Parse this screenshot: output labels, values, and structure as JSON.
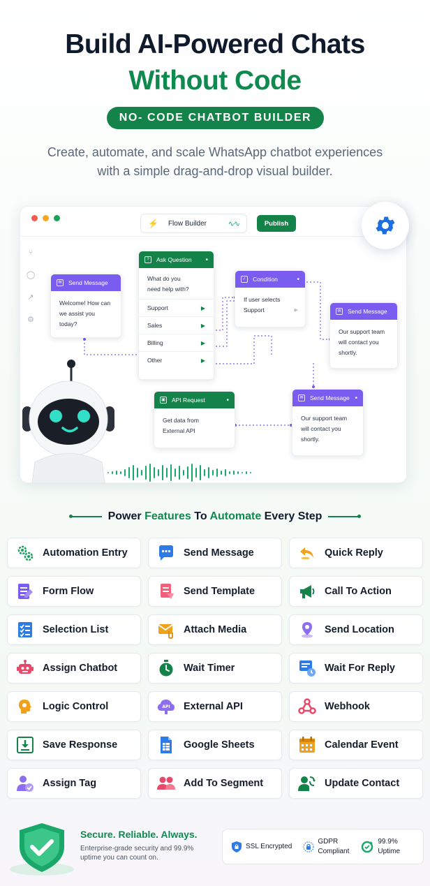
{
  "hero": {
    "title_line1": "Build AI-Powered Chats",
    "title_line2": "Without Code",
    "badge": "NO- CODE CHATBOT BUILDER",
    "subtitle_line1": "Create, automate, and scale WhatsApp chatbot experiences",
    "subtitle_line2": "with a simple drag-and-drop visual builder."
  },
  "builder": {
    "tab_label": "Flow Builder",
    "publish_label": "Publish",
    "nodes": {
      "send_message_1": {
        "title": "Send Message",
        "body_line1": "Welcome! How can",
        "body_line2": "we assist you today?"
      },
      "ask_question": {
        "title": "Ask Question",
        "body_line1": "What do you",
        "body_line2": "need help with?",
        "options": [
          "Support",
          "Sales",
          "Billing",
          "Other"
        ]
      },
      "condition": {
        "title": "Condition",
        "body_line1": "If user selects",
        "body_line2": "Support"
      },
      "send_message_2": {
        "title": "Send Message",
        "body_line1": "Our support team",
        "body_line2": "will contact you",
        "body_line3": "shortly."
      },
      "api_request": {
        "title": "API Request",
        "body_line1": "Get data from",
        "body_line2": "External API"
      },
      "send_message_3": {
        "title": "Send Message",
        "body_line1": "Our support team",
        "body_line2": "will contact you",
        "body_line3": "shortly."
      }
    }
  },
  "features": {
    "heading_part1": "Power ",
    "heading_part2": "Features",
    "heading_part3": " To ",
    "heading_part4": "Automate",
    "heading_part5": " Every Step",
    "items": [
      {
        "label": "Automation Entry",
        "icon": "gears-icon"
      },
      {
        "label": "Send Message",
        "icon": "chat-bubble-icon"
      },
      {
        "label": "Quick Reply",
        "icon": "reply-icon"
      },
      {
        "label": "Form Flow",
        "icon": "form-icon"
      },
      {
        "label": "Send Template",
        "icon": "template-icon"
      },
      {
        "label": "Call To Action",
        "icon": "megaphone-icon"
      },
      {
        "label": "Selection List",
        "icon": "checklist-icon"
      },
      {
        "label": "Attach Media",
        "icon": "attachment-icon"
      },
      {
        "label": "Send Location",
        "icon": "location-pin-icon"
      },
      {
        "label": "Assign Chatbot",
        "icon": "robot-icon"
      },
      {
        "label": "Wait Timer",
        "icon": "stopwatch-icon"
      },
      {
        "label": "Wait For Reply",
        "icon": "reply-wait-icon"
      },
      {
        "label": "Logic Control",
        "icon": "brain-icon"
      },
      {
        "label": "External API",
        "icon": "api-cloud-icon"
      },
      {
        "label": "Webhook",
        "icon": "webhook-icon"
      },
      {
        "label": "Save Response",
        "icon": "download-icon"
      },
      {
        "label": "Google Sheets",
        "icon": "sheets-icon"
      },
      {
        "label": "Calendar Event",
        "icon": "calendar-icon"
      },
      {
        "label": "Assign Tag",
        "icon": "user-tag-icon"
      },
      {
        "label": "Add To Segment",
        "icon": "users-icon"
      },
      {
        "label": "Update Contact",
        "icon": "user-sync-icon"
      }
    ]
  },
  "footer": {
    "title": "Secure. Reliable. Always.",
    "desc_line1": "Enterprise-grade security and 99.9%",
    "desc_line2": "uptime you can count on.",
    "ssl": "SSL Encrypted",
    "gdpr_line1": "GDPR",
    "gdpr_line2": "Compliant",
    "uptime_line1": "99.9%",
    "uptime_line2": "Uptime"
  },
  "colors": {
    "brand_green": "#14834a",
    "dark_text": "#0f1b2d",
    "node_purple": "#7b5cf0"
  }
}
